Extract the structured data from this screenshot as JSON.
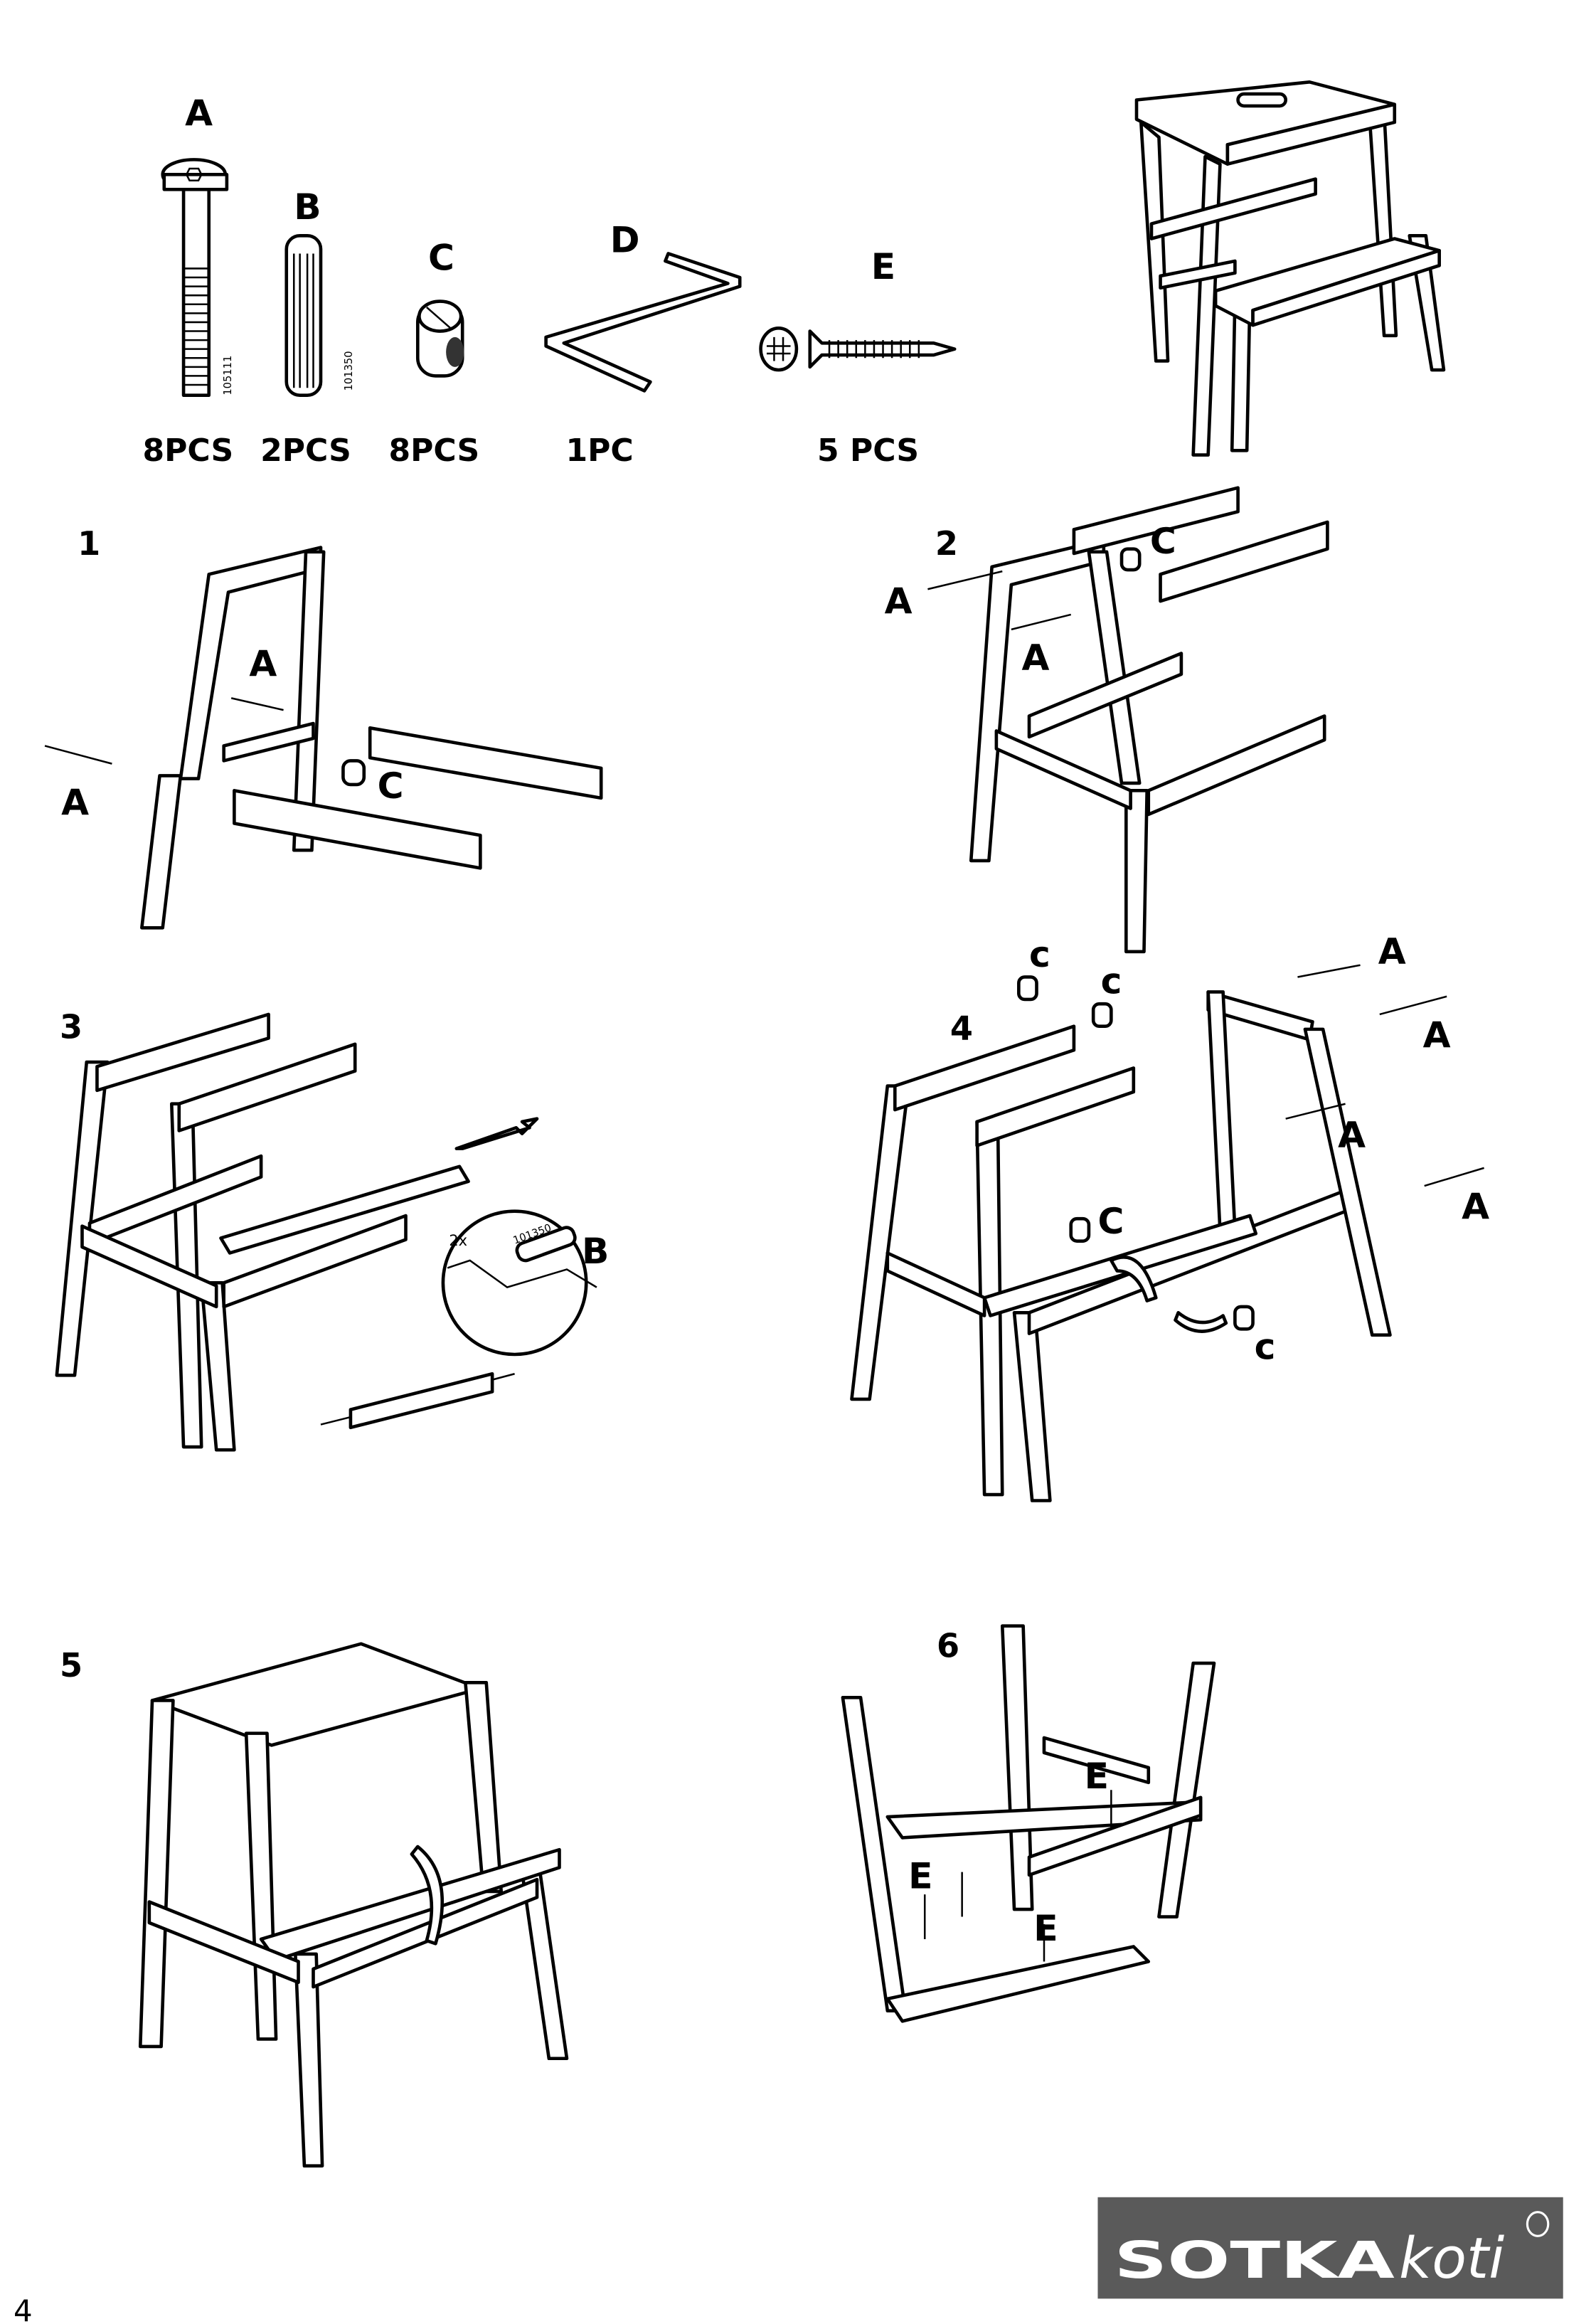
{
  "parts": [
    {
      "letter": "A",
      "quantity": "8PCS",
      "code": "105111",
      "icon": "connector-bolt-icon"
    },
    {
      "letter": "B",
      "quantity": "2PCS",
      "code": "101350",
      "icon": "wood-dowel-icon"
    },
    {
      "letter": "C",
      "quantity": "8PCS",
      "icon": "barrel-nut-icon"
    },
    {
      "letter": "D",
      "quantity": "1PC",
      "icon": "allen-key-icon"
    },
    {
      "letter": "E",
      "quantity": "5 PCS",
      "icon": "wood-screw-icon"
    }
  ],
  "steps": [
    {
      "number": "1",
      "labels": [
        "A",
        "A",
        "C"
      ]
    },
    {
      "number": "2",
      "labels": [
        "C",
        "A",
        "A"
      ]
    },
    {
      "number": "3",
      "labels": [
        "B"
      ],
      "detail_count": "2x",
      "detail_code": "101350"
    },
    {
      "number": "4",
      "labels": [
        "c",
        "c",
        "A",
        "A",
        "A",
        "A",
        "C",
        "c"
      ]
    },
    {
      "number": "5",
      "labels": []
    },
    {
      "number": "6",
      "labels": [
        "E",
        "E",
        "E"
      ]
    }
  ],
  "page_number": "4",
  "logo": {
    "text_bold": "SOTKA",
    "text_italic": "koti",
    "background": "#5a5a5a"
  }
}
